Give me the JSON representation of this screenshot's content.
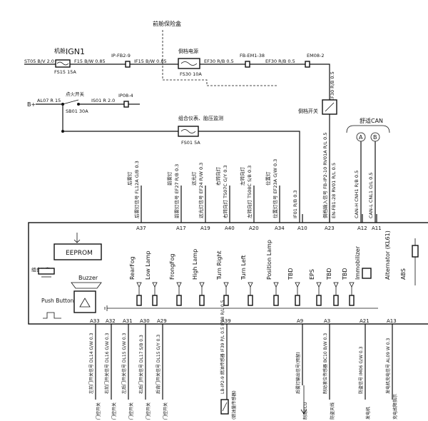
{
  "top": {
    "fuse_box_label": "前舱保险盒",
    "ign_relay_label": "机舱",
    "ign1": "IGN1",
    "fs15": "FS15 15A",
    "st05": "ST05 B/V 2.0",
    "f15": "F15 B/W 0.85",
    "ip_fb2_9": "IP-FB2-9",
    "if15": "IF15 B/W 0.85",
    "side_power": "倒档电源",
    "fs30": "FS30 10A",
    "ef30": "EF30 R/B 0.5",
    "fb_em1_38": "FB-EM1-38",
    "ef30b": "EF30 R/B 0.5",
    "em08_2": "EM08-2",
    "ef30_vert": "EF30 R/B 0.5",
    "b_plus": "B+",
    "al07": "AL07 R 15",
    "ign_switch": "点火开关",
    "sb01": "SB01 30A",
    "is01": "IS01 R 2.0",
    "ip08_4": "IP08-4",
    "reverse_switch": "倒档开关",
    "combo_fuse_label": "组合仪表、胎压监测",
    "fs01": "FS01 5A",
    "can_label": "舒适CAN",
    "can_a": "A",
    "can_b": "B"
  },
  "vertical_wires": [
    {
      "text": "后雾灯信号 FL12A G/B 0.3"
    },
    {
      "text": "前雾灯信号 EF27 R/B 0.3"
    },
    {
      "text": "远光灯信号 EF24 R/W 0.3"
    },
    {
      "text": "右转向灯 TS07C G/Y 0.3"
    },
    {
      "text": "左转向灯 TS08C S/B 0.3"
    },
    {
      "text": "位置灯信号 EF23A G/W 0.3"
    },
    {
      "text": "IF01 R/B 0.3"
    },
    {
      "text": "倒档输入信号 FB-IP2-10 RV01A R/L 0.5"
    },
    {
      "text": "EN-FB1-28 RV01 R/L 0.5"
    },
    {
      "text": "CAN-H CNH1 R/B 0.5"
    },
    {
      "text": "CAN-L CNL1 O/L 0.5"
    }
  ],
  "top_tags": [
    {
      "text": "后雾灯"
    },
    {
      "text": "前雾灯"
    },
    {
      "text": "远光灯"
    },
    {
      "text": "右转向灯"
    },
    {
      "text": "左转向灯"
    },
    {
      "text": "位置灯"
    }
  ],
  "top_pins": [
    "A37",
    "A17",
    "A19",
    "A40",
    "A20",
    "A34",
    "A10",
    "A23",
    "A12",
    "A11"
  ],
  "module": {
    "side_label": "组合仪表",
    "eeprom": "EEPROM",
    "buzzer": "Buzzer",
    "push_button": "Push Button",
    "indicators": [
      "RearFog",
      "Low Lamp",
      "FrongFog",
      "High Lamp",
      "Turn Right",
      "Turn Left",
      "Position Lamp",
      "TBD",
      "EPS",
      "TBD",
      "TBD",
      "Immobilizer",
      "Alternator (KL61)",
      "ABS"
    ]
  },
  "bottom_pins": [
    "A33",
    "A32",
    "A31",
    "A30",
    "A29",
    "A39",
    "A9",
    "A3",
    "A21",
    "A13"
  ],
  "bottom_wires": [
    {
      "text": "左前门开关信号 DL14 G/W 0.3"
    },
    {
      "text": "右前门开关信号 DL16 G/W 0.3"
    },
    {
      "text": "左后门开关信号 DL15 G/W 0.3"
    },
    {
      "text": "右后门开关信号 DL17 S/B 0.3"
    },
    {
      "text": "后背门开关信号 DL15 G/Y 0.3"
    },
    {
      "text": "LB-IP2-9 燃油传感器 IF39 P/L 0.5 IF38 R/L 0.5"
    },
    {
      "text": "后雾灯输出信号(预留)"
    },
    {
      "text": "制动液位传感器 BC10 B/W 0.3"
    },
    {
      "text": "防盗信号 IM06 G/W 0.3"
    },
    {
      "text": "发电机充电信号 AL09 W 0.3"
    }
  ],
  "bottom_tags": [
    {
      "text": "门控开关"
    },
    {
      "text": "门控开关"
    },
    {
      "text": "门控开关"
    },
    {
      "text": "门控开关"
    },
    {
      "text": "门控开关"
    },
    {
      "text": "(燃油量传感器)"
    },
    {
      "text": "制动ECU"
    },
    {
      "text": "防盗天线"
    },
    {
      "text": "发电机"
    },
    {
      "text": "充电故障指示"
    }
  ]
}
